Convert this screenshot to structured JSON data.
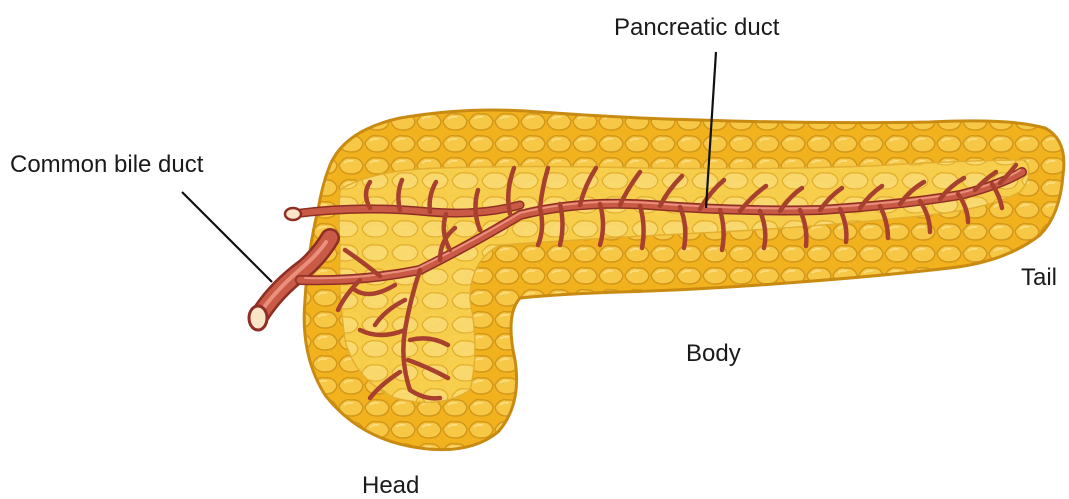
{
  "labels": {
    "pancreatic_duct": "Pancreatic duct",
    "common_bile_duct": "Common bile duct",
    "tail": "Tail",
    "body": "Body",
    "head": "Head"
  },
  "colors": {
    "gland_fill": "#F2B21E",
    "gland_light": "#F7CE55",
    "gland_inner": "#FADF78",
    "gland_outline": "#C98A12",
    "lobule_line": "#D49A18",
    "duct_fill": "#C95A46",
    "duct_outline": "#8E2E24",
    "duct_highlight": "#E9907C",
    "leader_line": "#111111"
  },
  "icons": {
    "organ": "pancreas-illustration"
  }
}
